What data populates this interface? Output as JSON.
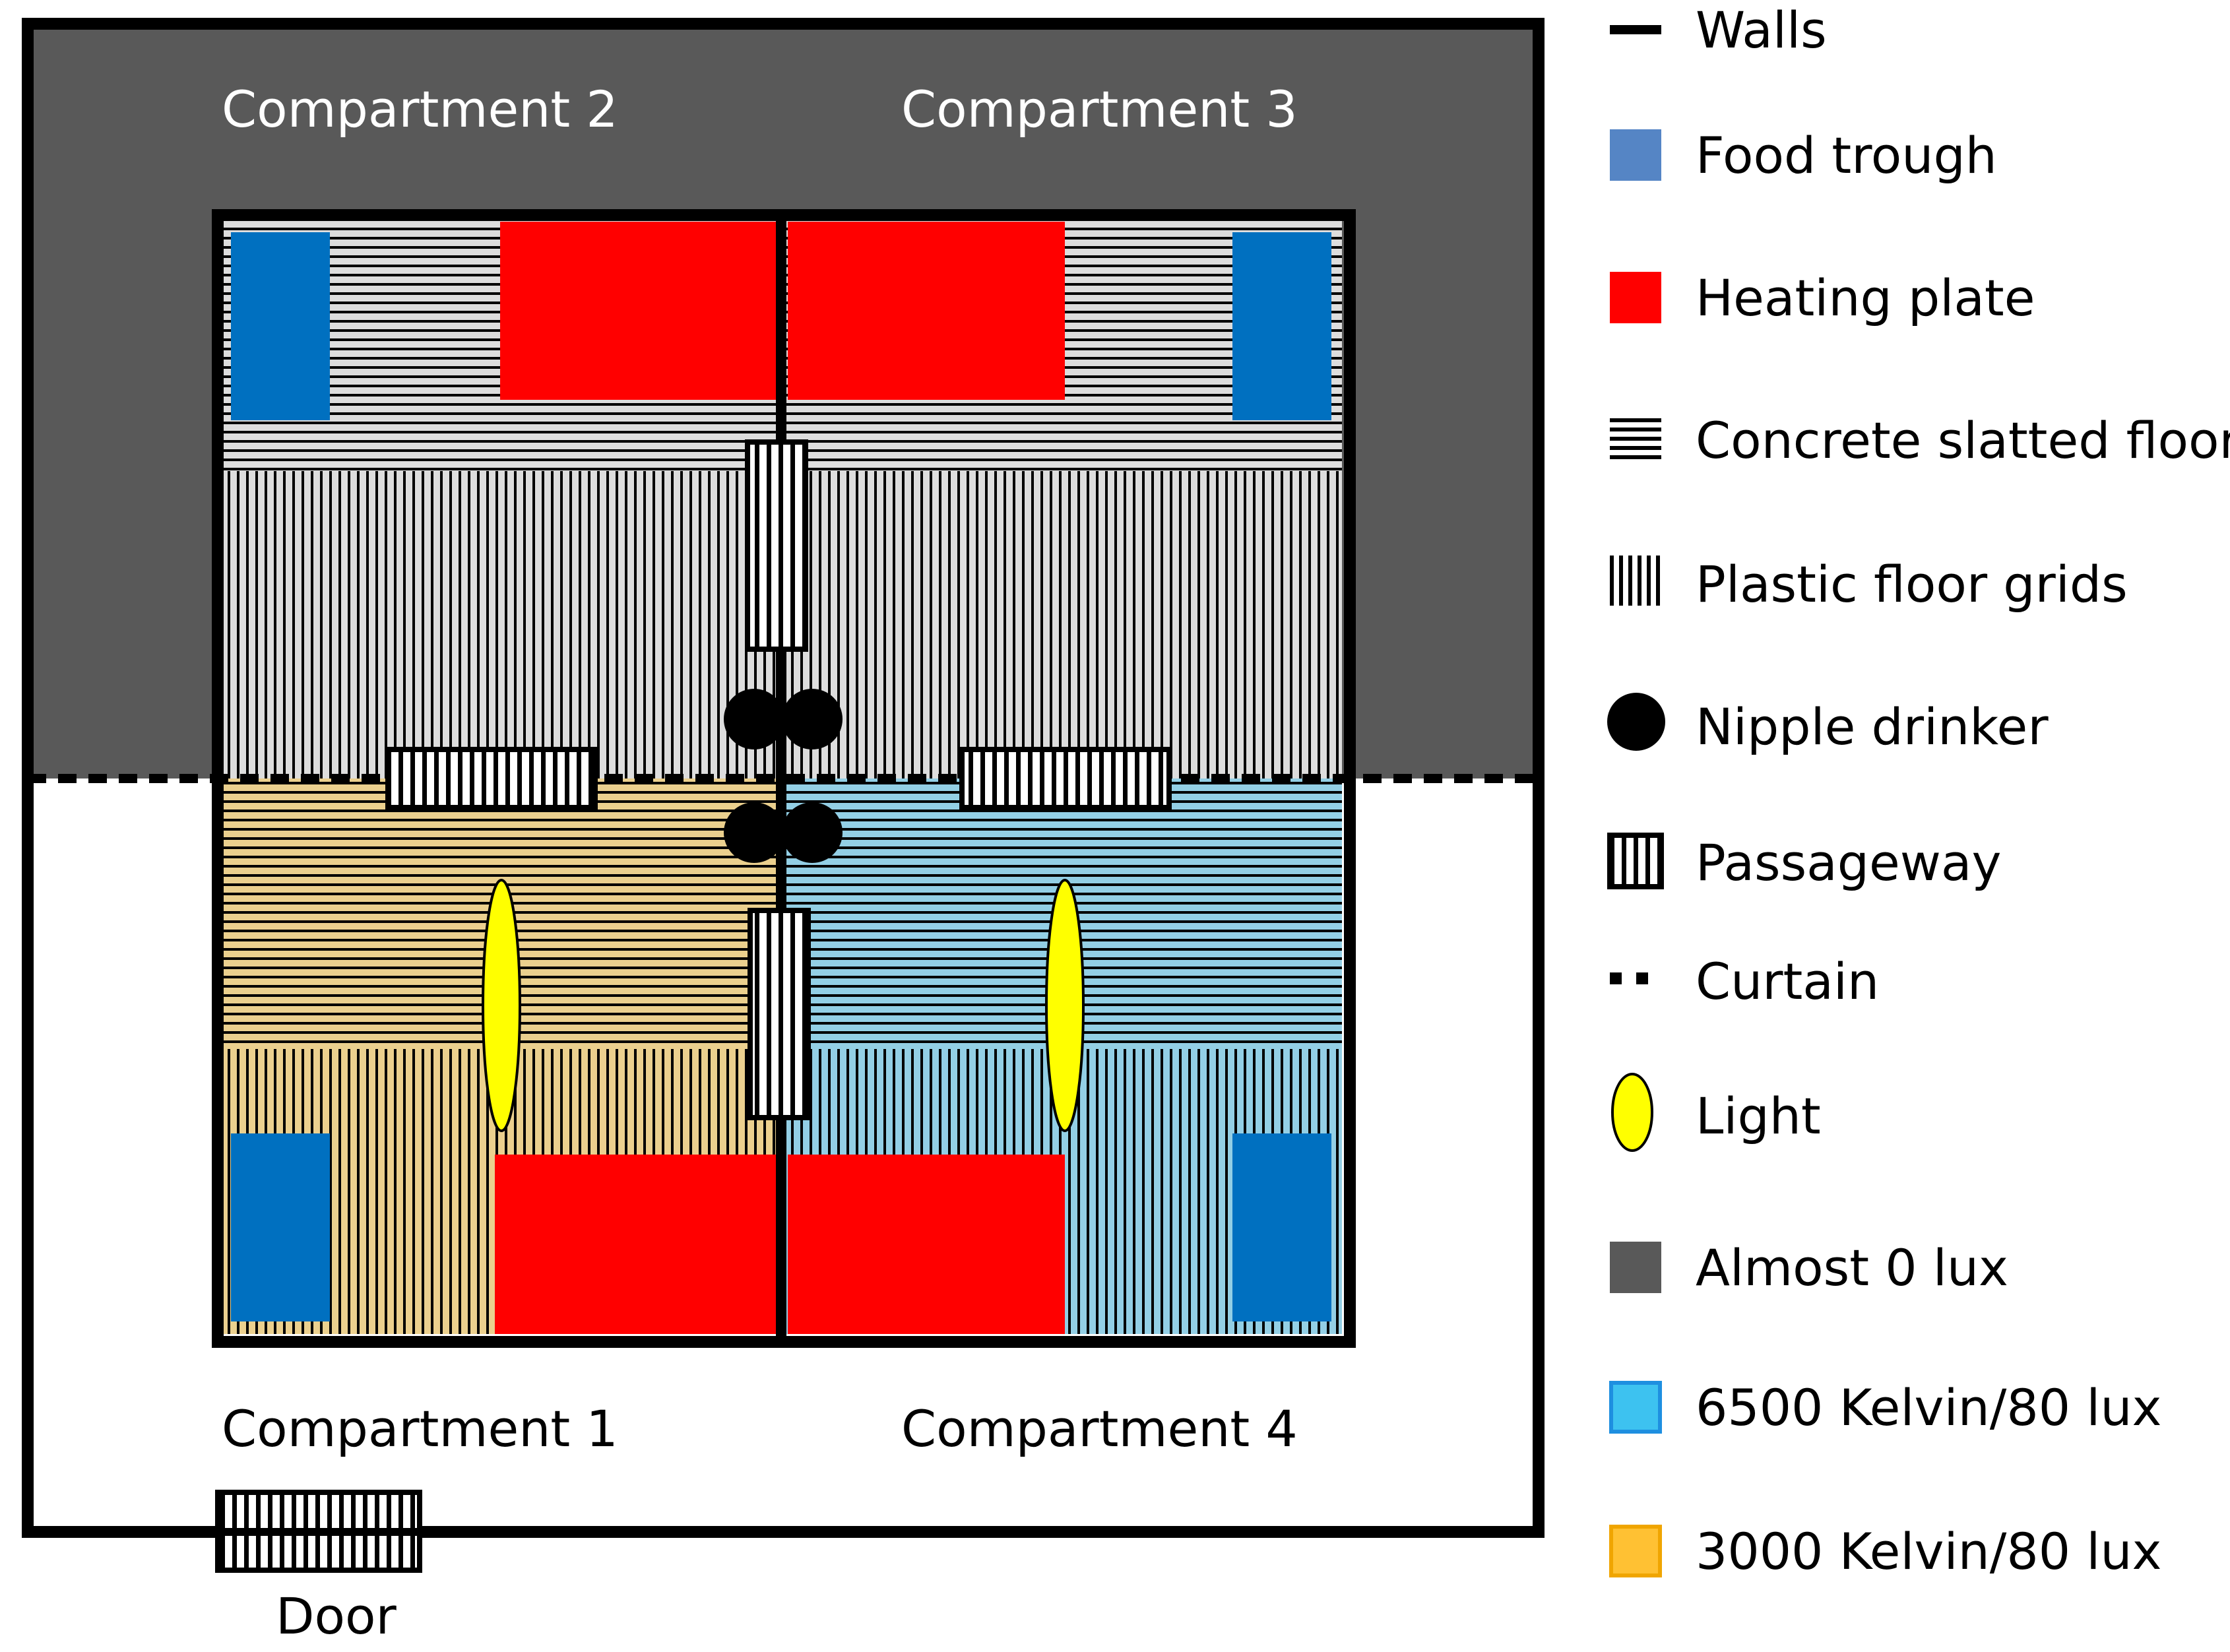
{
  "labels": {
    "compartment_2": "Compartment 2",
    "compartment_3": "Compartment 3",
    "compartment_1": "Compartment 1",
    "compartment_4": "Compartment 4",
    "door": "Door"
  },
  "legend": {
    "items": [
      {
        "label": "Walls",
        "icon": "wall-line-icon"
      },
      {
        "label": "Food trough",
        "icon": "food-trough-swatch",
        "color": "#5585C5"
      },
      {
        "label": "Heating plate",
        "icon": "heating-plate-swatch",
        "color": "#FF0000"
      },
      {
        "label": "Concrete slatted floor",
        "icon": "horizontal-stripes-icon"
      },
      {
        "label": "Plastic floor grids",
        "icon": "vertical-stripes-icon"
      },
      {
        "label": "Nipple drinker",
        "icon": "black-circle-icon"
      },
      {
        "label": "Passageway",
        "icon": "passageway-icon"
      },
      {
        "label": "Curtain",
        "icon": "dashed-line-icon"
      },
      {
        "label": "Light",
        "icon": "yellow-ellipse-icon",
        "color": "#FFFF00"
      },
      {
        "label": "Almost 0 lux",
        "icon": "dark-gray-swatch",
        "color": "#595959"
      },
      {
        "label": "6500 Kelvin/80 lux",
        "icon": "light-blue-swatch",
        "color": "#3DC2F0"
      },
      {
        "label": "3000 Kelvin/80 lux",
        "icon": "orange-swatch",
        "color": "#FFC133"
      }
    ]
  },
  "colors": {
    "dark_zone": "#595959",
    "warm_zone": "#EBD08E",
    "cool_zone": "#93CFE5",
    "concrete": "#DDDDDD",
    "food_trough": "#0070C0",
    "heating_plate": "#FF0000",
    "light": "#FFFF00"
  }
}
